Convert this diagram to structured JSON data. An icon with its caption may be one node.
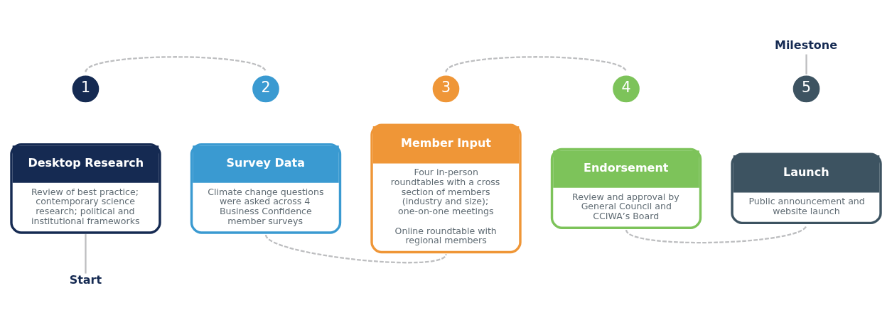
{
  "diagram": {
    "nodes": [
      {
        "text": [
          "1"
        ]
      },
      {
        "text": [
          "Desktop Research",
          "Review of best practice; contemporary science research; political and institutional frameworks"
        ]
      },
      {
        "text": [
          "2"
        ]
      },
      {
        "text": [
          "Survey Data",
          "Climate change questions were asked across 4 Business Confidence member surveys"
        ]
      },
      {
        "text": [
          "3"
        ]
      },
      {
        "text": [
          "Member Input",
          "Four in-person roundtables with a cross section of members (industry and size); one-on-one meetings",
          "Online roundtable with regional members"
        ]
      },
      {
        "text": [
          "4"
        ]
      },
      {
        "text": [
          "Endorsement",
          "Review and approval by General Council and CCIWA’s Board"
        ]
      },
      {
        "text": [
          "5"
        ]
      },
      {
        "text": [
          "Launch",
          "Public announcement and website launch"
        ]
      },
      {
        "text": [
          "Start"
        ]
      },
      {
        "text": [
          "Milestone"
        ]
      }
    ],
    "edges": [
      {
        "from": 1,
        "to": 10,
        "arrow": "none"
      },
      {
        "from": 0,
        "to": 2,
        "arrow": "none",
        "style": "dashed"
      },
      {
        "from": 3,
        "to": 5,
        "arrow": "none",
        "style": "dashed"
      },
      {
        "from": 4,
        "to": 6,
        "arrow": "none",
        "style": "dashed"
      },
      {
        "from": 7,
        "to": 9,
        "arrow": "none",
        "style": "dashed"
      },
      {
        "from": 11,
        "to": 8,
        "arrow": "none"
      }
    ]
  }
}
